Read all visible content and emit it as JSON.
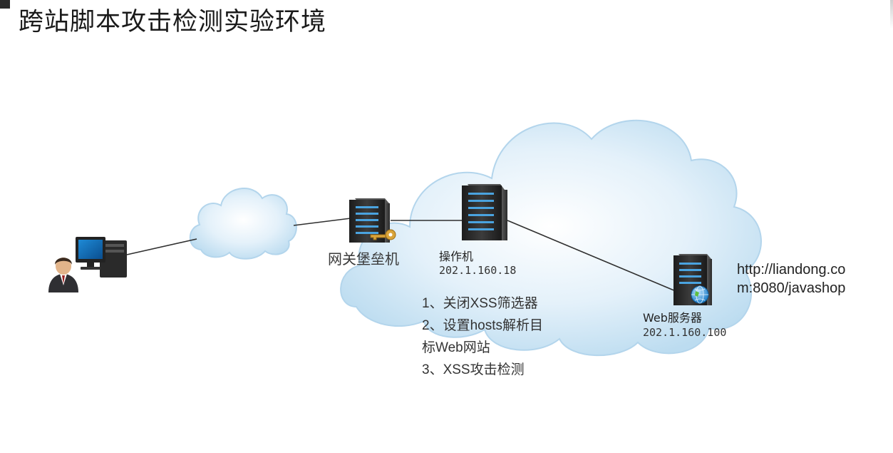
{
  "title": "跨站脚本攻击检测实验环境",
  "nodes": {
    "gateway": {
      "label": "网关堡垒机"
    },
    "operator": {
      "label": "操作机",
      "ip": "202.1.160.18"
    },
    "web_server": {
      "label": "Web服务器",
      "ip": "202.1.160.100"
    }
  },
  "url_lines": [
    "http://liandong.co",
    "m:8080/javashop"
  ],
  "steps": [
    "1、关闭XSS筛选器",
    "2、设置hosts解析目",
    "标Web网站",
    "3、XSS攻击检测"
  ],
  "icons": [
    "user-icon",
    "desktop-pc-icon",
    "cloud-icon",
    "server-icon",
    "key-icon",
    "globe-icon"
  ],
  "colors": {
    "cloud_fill": "#d6e9f5",
    "cloud_edge": "#a9cde6",
    "server_body": "#2e2e2e",
    "server_light": "#4aa3df",
    "line": "#333333",
    "key": "#d9a43a"
  }
}
